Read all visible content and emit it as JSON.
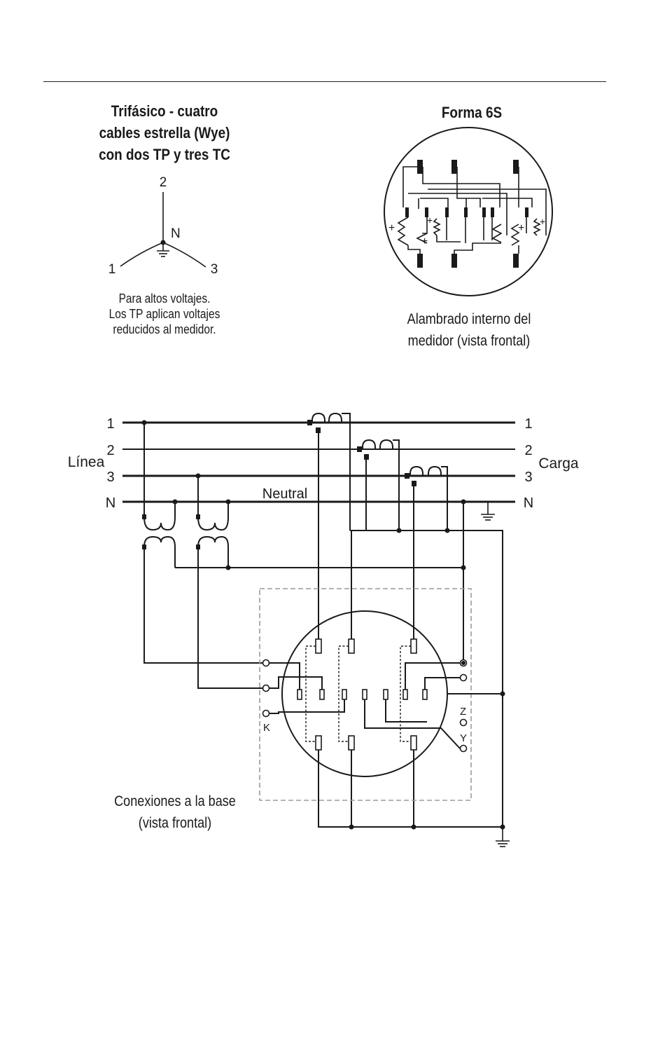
{
  "left_title": [
    "Trifásico - cuatro",
    "cables estrella (Wye)",
    "con dos TP y tres TC"
  ],
  "right_title": "Forma 6S",
  "wye": {
    "top": "2",
    "center": "N",
    "left": "1",
    "right": "3"
  },
  "left_caption": [
    "Para altos voltajes.",
    "Los TP aplican voltajes",
    "reducidos al medidor."
  ],
  "right_caption": [
    "Alambrado interno del",
    "medidor (vista frontal)"
  ],
  "bus": {
    "left_labels": [
      "1",
      "2",
      "3",
      "N"
    ],
    "right_labels": [
      "1",
      "2",
      "3",
      "N"
    ],
    "side_left": "Línea",
    "side_right": "Carga",
    "neutral_label": "Neutral"
  },
  "base": {
    "terminal_labels": {
      "k": "K",
      "z": "Z",
      "y": "Y"
    },
    "caption": [
      "Conexiones a la base",
      "(vista frontal)"
    ]
  }
}
